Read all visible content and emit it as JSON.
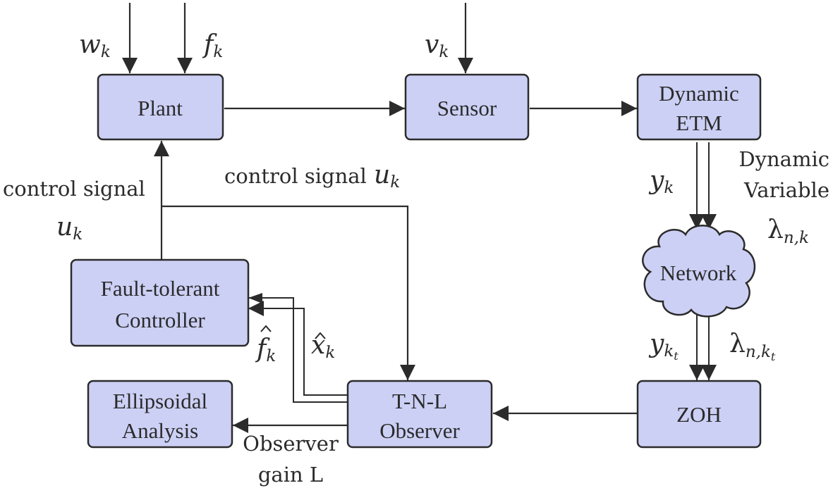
{
  "blocks": {
    "plant": "Plant",
    "sensor": "Sensor",
    "etm": [
      "Dynamic",
      "ETM"
    ],
    "network": "Network",
    "zoh": "ZOH",
    "observer": [
      "T-N-L",
      "Observer"
    ],
    "controller": [
      "Fault-tolerant",
      "Controller"
    ],
    "ellipsoidal": [
      "Ellipsoidal",
      "Analysis"
    ]
  },
  "inputs": {
    "w_base": "w",
    "w_sub": "k",
    "f_base": "f",
    "f_sub": "k",
    "v_base": "v",
    "v_sub": "k"
  },
  "labels": {
    "control_signal_left": "control signal",
    "u_left_base": "u",
    "u_left_sub": "k",
    "control_signal_mid": "control signal",
    "u_mid_base": "u",
    "u_mid_sub": "k",
    "y_base": "y",
    "y_sub": "k",
    "dynamic_variable": [
      "Dynamic",
      "Variable"
    ],
    "lambda_base": "λ",
    "lambda_sub": "n,k",
    "ykt_base": "y",
    "ykt_sub": "k",
    "ykt_subsub": "t",
    "lambdat_base": "λ",
    "lambdat_sub": "n,k",
    "lambdat_subsub": "t",
    "fhat_base": "f",
    "fhat_sub": "k",
    "xhat_base": "x",
    "xhat_sub": "k",
    "observer_gain": [
      "Observer",
      "gain L"
    ]
  },
  "colors": {
    "block_fill": "#ccd0f5",
    "stroke": "#2b2b2b"
  }
}
